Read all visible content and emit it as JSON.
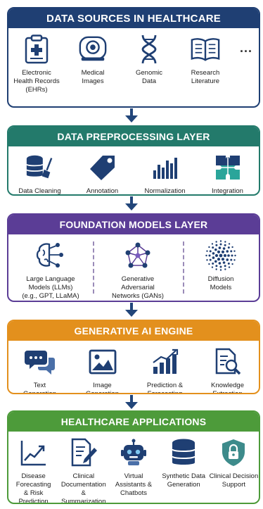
{
  "layers": [
    {
      "title": "DATA SOURCES IN HEALTHCARE",
      "color": "#1f3f73",
      "items": [
        {
          "label": "Electronic\nHealth Records\n(EHRs)",
          "icon": "clipboard-medical-icon"
        },
        {
          "label": "Medical\nImages",
          "icon": "mri-scanner-icon"
        },
        {
          "label": "Genomic\nData",
          "icon": "dna-icon"
        },
        {
          "label": "Research\nLiterature",
          "icon": "book-icon"
        }
      ],
      "more": "..."
    },
    {
      "title": "DATA PREPROCESSING LAYER",
      "color": "#237a6b",
      "items": [
        {
          "label": "Data Cleaning",
          "icon": "database-broom-icon"
        },
        {
          "label": "Annotation",
          "icon": "tag-icon"
        },
        {
          "label": "Normalization",
          "icon": "bar-chart-icon"
        },
        {
          "label": "Integration",
          "icon": "puzzle-icon"
        }
      ]
    },
    {
      "title": "FOUNDATION MODELS LAYER",
      "color": "#5b3d96",
      "items": [
        {
          "label": "Large Language\nModels (LLMs)\n(e.g., GPT, LLaMA)",
          "icon": "brain-network-icon"
        },
        {
          "label": "Generative\nAdversarial\nNetworks (GANs)",
          "icon": "neural-network-icon"
        },
        {
          "label": "Diffusion\nModels",
          "icon": "diffusion-dots-icon"
        }
      ]
    },
    {
      "title": "GENERATIVE AI ENGINE",
      "color": "#e3901d",
      "items": [
        {
          "label": "Text\nGeneration",
          "icon": "chat-bubbles-icon"
        },
        {
          "label": "Image\nGeneration",
          "icon": "image-icon"
        },
        {
          "label": "Prediction &\nForecasting",
          "icon": "growth-chart-icon"
        },
        {
          "label": "Knowledge\nExtraction",
          "icon": "document-search-icon"
        }
      ]
    },
    {
      "title": "HEALTHCARE APPLICATIONS",
      "color": "#4d9b3a",
      "items": [
        {
          "label": "Disease\nForecasting\n& Risk Prediction",
          "icon": "trend-line-icon"
        },
        {
          "label": "Clinical\nDocumentation\n& Summarization",
          "icon": "document-pen-icon"
        },
        {
          "label": "Virtual\nAssistants &\nChatbots",
          "icon": "robot-icon"
        },
        {
          "label": "Synthetic Data\nGeneration",
          "icon": "database-icon"
        },
        {
          "label": "Clinical Decision\nSupport",
          "icon": "shield-lock-icon"
        }
      ]
    }
  ]
}
